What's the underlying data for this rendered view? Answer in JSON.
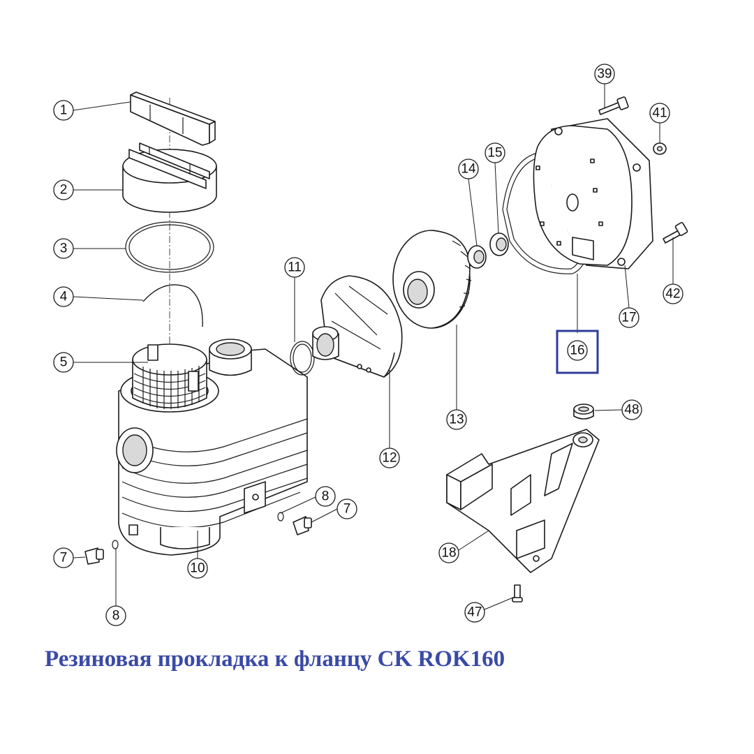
{
  "caption": "Резиновая прокладка к фланцу CK ROK160",
  "highlighted_part": "16",
  "colors": {
    "caption": "#3a4aa6",
    "highlight_box": "#2e3c9a",
    "line": "#1a1a1a"
  },
  "callouts": {
    "p1": "1",
    "p2": "2",
    "p3": "3",
    "p4": "4",
    "p5": "5",
    "p7a": "7",
    "p7b": "7",
    "p8a": "8",
    "p8b": "8",
    "p10": "10",
    "p11": "11",
    "p12": "12",
    "p13": "13",
    "p14": "14",
    "p15": "15",
    "p16": "16",
    "p17": "17",
    "p18": "18",
    "p39": "39",
    "p41": "41",
    "p42": "42",
    "p47": "47",
    "p48": "48"
  }
}
